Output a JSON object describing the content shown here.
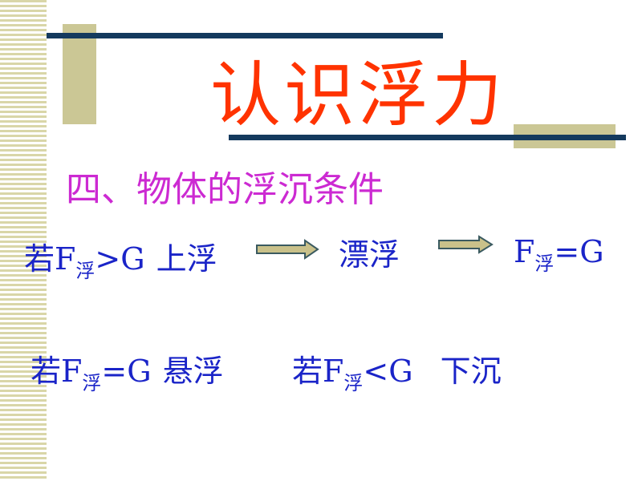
{
  "slide": {
    "title": "认识浮力",
    "subtitle": "四、物体的浮沉条件"
  },
  "rows": {
    "row1": {
      "cond1": {
        "prefix": "若F",
        "sub": "浮",
        "rel": ">G",
        "state": "上浮"
      },
      "middle": "漂浮",
      "cond2": {
        "prefix": "F",
        "sub": "浮",
        "rel": "=G"
      }
    },
    "row2": {
      "cond1": {
        "prefix": "若F",
        "sub": "浮",
        "rel": "=G",
        "state": "悬浮"
      },
      "cond2": {
        "prefix": "若F",
        "sub": "浮",
        "rel": "<G",
        "state": "下沉"
      }
    }
  },
  "colors": {
    "title": "#ff3300",
    "subtitle": "#cc2ad2",
    "body_text": "#1a24c8",
    "bars": "#143a5e",
    "accent_blocks": "#cbc795",
    "arrow_fill": "#c9c18a"
  },
  "icons": [
    "right-arrow-icon",
    "right-arrow-icon"
  ]
}
